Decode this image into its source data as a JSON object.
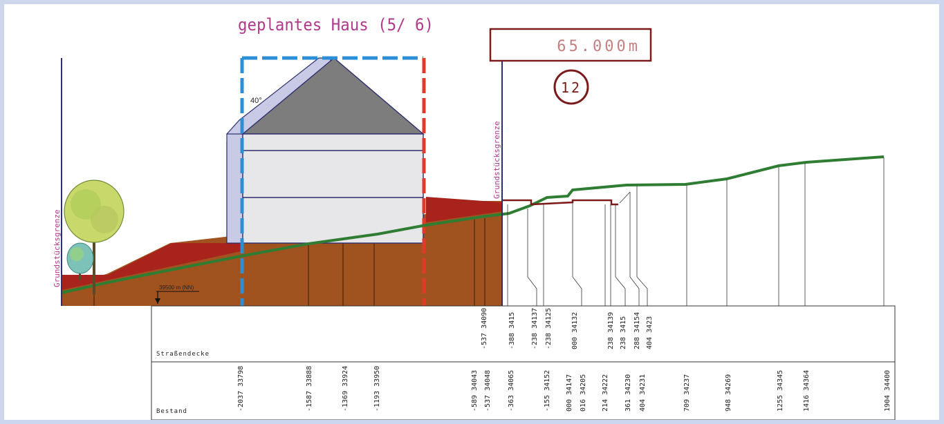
{
  "title": "geplantes Haus (5/ 6)",
  "dimension_box": "65.000m",
  "marker_number": "12",
  "roof_angle": "40°",
  "boundary_label": "Grundstücksgrenze",
  "reference_level": "39500 m (NN)",
  "table": {
    "row1_label": "Straßendecke",
    "row2_label": "Bestand"
  },
  "bestand_values": [
    "-2037 33798",
    "-1587 33888",
    "-1369 33924",
    "-1193 33950",
    "-589 34043",
    "-537 34048",
    "-363 34065",
    "-155 34152",
    "000 34147",
    "016 34205",
    "214 34222",
    "361 34230",
    "404 34231",
    "709 34237",
    "948 34269",
    "1255 34345",
    "1416 34364",
    "1904 34400"
  ],
  "strasse_values": [
    "-537 34090",
    "-388 3415",
    "-238 34137",
    "-238 34125",
    "000 34132",
    "238 34139",
    "238 3415",
    "288 34154",
    "404 3423"
  ],
  "colors": {
    "background": "#ccd7ee",
    "soil": "#a0521f",
    "red_terrain": "#a8231c",
    "green_line": "#2e7d32",
    "house_wall": "#e7e7e9",
    "roof": "#7d7d7d",
    "house_side": "#c9cbe6",
    "outline": "#2d2f6e",
    "blue_dash": "#2a8fd6",
    "red_dash": "#e23a2a",
    "dim_box": "#7a1a1a",
    "title_color": "#b03a8a"
  }
}
